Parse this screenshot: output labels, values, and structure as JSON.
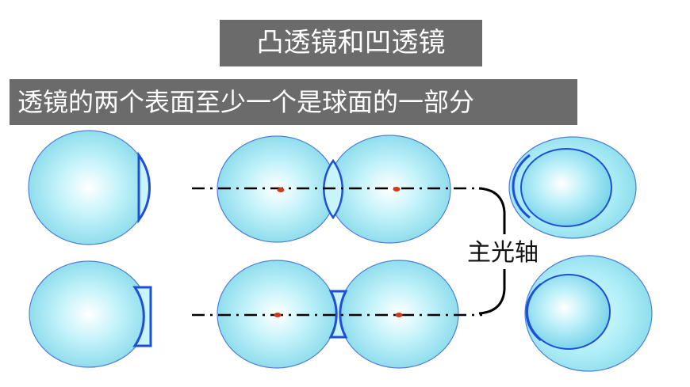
{
  "title": "凸透镜和凹透镜",
  "subtitle": "透镜的两个表面至少一个是球面的一部分",
  "axis_label": "主光轴",
  "colors": {
    "sphere_center": "#ffffff",
    "sphere_mid": "#aeeef7",
    "sphere_edge": "#7fd6e8",
    "sphere_stroke": "#4f7fd8",
    "lens_stroke": "#1f4fd8",
    "banner_bg": "#6b6b6b",
    "focus_dot": "#d23a1a"
  }
}
